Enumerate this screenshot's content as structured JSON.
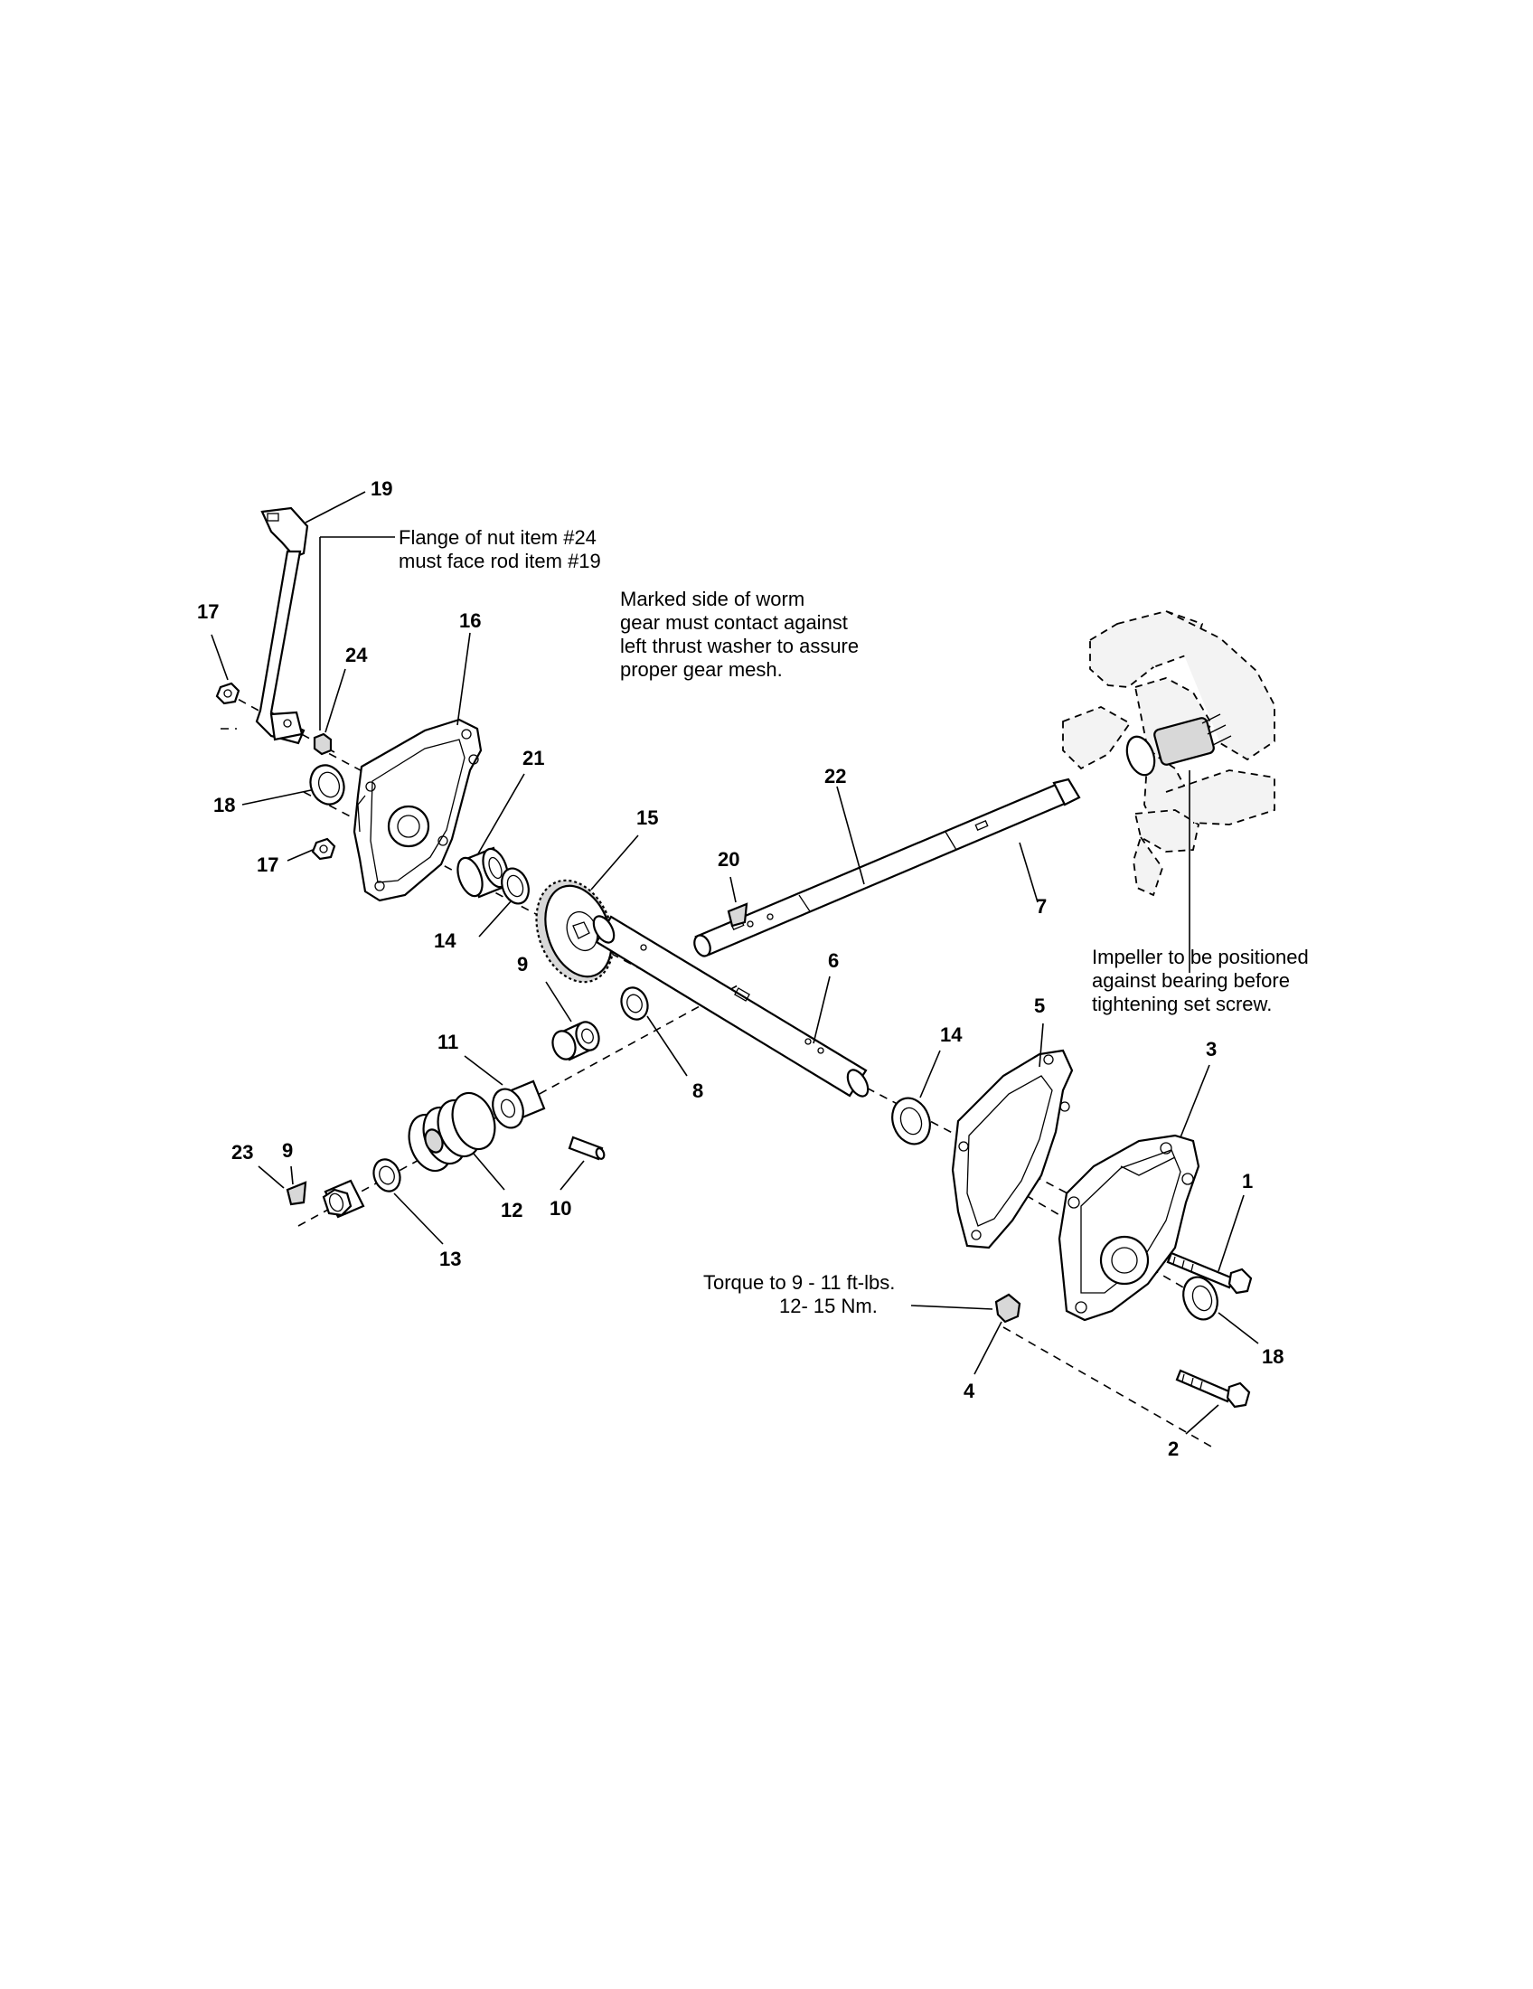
{
  "callouts": [
    {
      "id": "c19",
      "text": "19"
    },
    {
      "id": "c17a",
      "text": "17"
    },
    {
      "id": "c24",
      "text": "24"
    },
    {
      "id": "c16",
      "text": "16"
    },
    {
      "id": "c18a",
      "text": "18"
    },
    {
      "id": "c21",
      "text": "21"
    },
    {
      "id": "c17b",
      "text": "17"
    },
    {
      "id": "c14a",
      "text": "14"
    },
    {
      "id": "c15",
      "text": "15"
    },
    {
      "id": "c22",
      "text": "22"
    },
    {
      "id": "c20",
      "text": "20"
    },
    {
      "id": "c7",
      "text": "7"
    },
    {
      "id": "c6",
      "text": "6"
    },
    {
      "id": "c9a",
      "text": "9"
    },
    {
      "id": "c11",
      "text": "11"
    },
    {
      "id": "c8",
      "text": "8"
    },
    {
      "id": "c5",
      "text": "5"
    },
    {
      "id": "c14b",
      "text": "14"
    },
    {
      "id": "c3",
      "text": "3"
    },
    {
      "id": "c9b",
      "text": "9"
    },
    {
      "id": "c23",
      "text": "23"
    },
    {
      "id": "c12",
      "text": "12"
    },
    {
      "id": "c10",
      "text": "10"
    },
    {
      "id": "c13",
      "text": "13"
    },
    {
      "id": "c1",
      "text": "1"
    },
    {
      "id": "c18b",
      "text": "18"
    },
    {
      "id": "c4",
      "text": "4"
    },
    {
      "id": "c2",
      "text": "2"
    }
  ],
  "notes": {
    "flange": [
      "Flange of nut item #24",
      "must face rod item #19"
    ],
    "worm": [
      "Marked side of worm",
      "gear must contact against",
      "left thrust washer to assure",
      "proper gear mesh."
    ],
    "impeller": [
      "Impeller to be positioned",
      "against bearing before",
      "tightening set screw."
    ],
    "torque": [
      "Torque to 9 - 11 ft-lbs.",
      "12- 15 Nm."
    ]
  }
}
